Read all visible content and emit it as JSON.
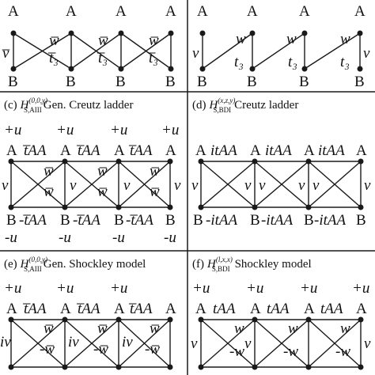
{
  "colors": {
    "line": "#1a1a1a",
    "background": "#ffffff",
    "text": "#111111"
  },
  "panels": {
    "a": {
      "site_top": [
        "A",
        "A",
        "A",
        "A"
      ],
      "site_bottom": [
        "B",
        "B",
        "B",
        "B"
      ],
      "labels": [
        "w̅",
        "w̅",
        "w̅",
        "v̅",
        "t̅₃",
        "t̅₃",
        "t̅₃"
      ]
    },
    "b": {
      "site_top": [
        "A",
        "A",
        "A",
        "A"
      ],
      "site_bottom": [
        "B",
        "B",
        "B",
        "B"
      ],
      "labels": [
        "v",
        "w",
        "w",
        "w",
        "v",
        "t₃",
        "t₃",
        "t₃"
      ]
    },
    "c": {
      "title_id": "(c)",
      "title_H": "H",
      "title_sub": "S,AIII",
      "title_sup": "(0,0,y)",
      "title_text": "Gen. Creutz ladder",
      "top_row": [
        "+u",
        "+u",
        "+u",
        "+u"
      ],
      "site_top": [
        "A",
        "A",
        "A",
        "A"
      ],
      "site_bottom": [
        "B",
        "B",
        "B",
        "B"
      ],
      "bottom_row": [
        "-u",
        "-u",
        "-u",
        "-u"
      ],
      "hop_top": [
        "t̅AA",
        "t̅AA",
        "t̅AA"
      ],
      "hop_bottom": [
        "-t̅AA",
        "-t̅AA",
        "-t̅AA"
      ],
      "labels": [
        "w̅",
        "w̅",
        "w̅",
        "w̅",
        "w̅",
        "w̅",
        "v",
        "v",
        "v",
        "v"
      ]
    },
    "d": {
      "title_id": "(d)",
      "title_H": "H",
      "title_sub": "S,BDI",
      "title_sup": "(x,z,y)",
      "title_text": "Creutz ladder",
      "site_top": [
        "A",
        "A",
        "A",
        "A"
      ],
      "site_bottom": [
        "B",
        "B",
        "B",
        "B"
      ],
      "hop_top": [
        "itAA",
        "itAA",
        "itAA"
      ],
      "hop_bottom": [
        "-itAA",
        "-itAA",
        "-itAA"
      ],
      "labels": [
        "v",
        "v",
        "v",
        "v",
        "v",
        "v"
      ]
    },
    "e": {
      "title_id": "(e)",
      "title_H": "H",
      "title_sub": "S,AIII",
      "title_sup": "(0,0,y)",
      "title_text": "Gen. Shockley model",
      "top_row": [
        "+u",
        "+u",
        "+u"
      ],
      "site_top": [
        "A",
        "A",
        "A",
        "A"
      ],
      "hop_top": [
        "t̅AA",
        "t̅AA",
        "t̅AA"
      ],
      "labels": [
        "w̅",
        "w̅",
        "w̅",
        "-w̅",
        "-w̅",
        "-w̅",
        "iv",
        "iv",
        "iv"
      ]
    },
    "f": {
      "title_id": "(f)",
      "title_H": "H",
      "title_sub": "S,BDI",
      "title_sup": "(l,x,x)",
      "title_text": "Shockley model",
      "top_row": [
        "+u",
        "+u",
        "+u",
        "+u"
      ],
      "site_top": [
        "A",
        "A",
        "A",
        "A"
      ],
      "hop_top": [
        "tAA",
        "tAA",
        "tAA"
      ],
      "labels": [
        "w",
        "w",
        "w",
        "-w",
        "-w",
        "-w",
        "v",
        "v",
        "v"
      ]
    }
  }
}
